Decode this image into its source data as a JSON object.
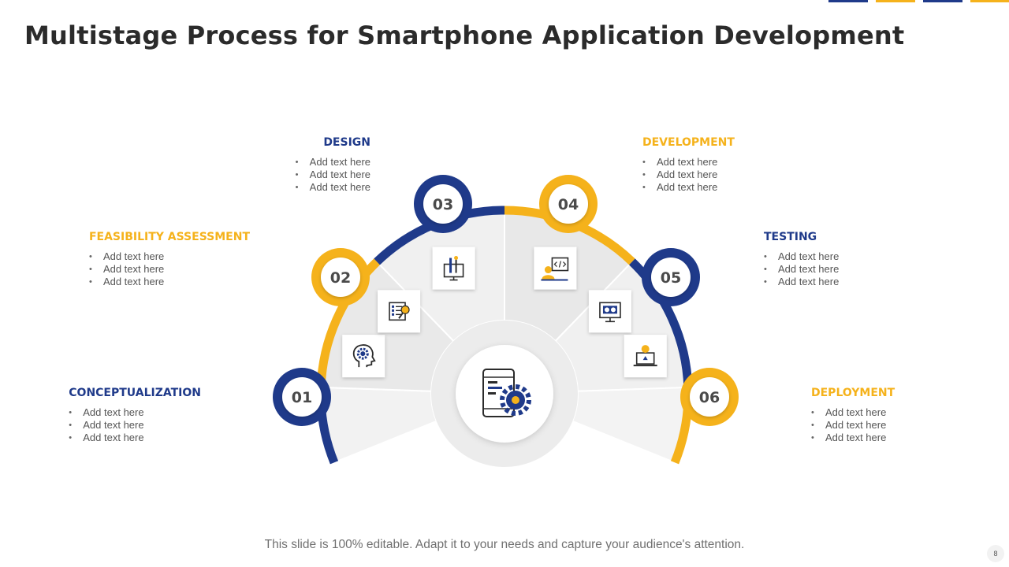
{
  "title": "Multistage Process for Smartphone Application Development",
  "colors": {
    "navy": "#1f3a8a",
    "gold": "#f5b21b",
    "text": "#555555",
    "title": "#2b2b2b"
  },
  "stages": [
    {
      "num": "01",
      "title": "CONCEPTUALIZATION",
      "color": "navy",
      "icon": "head-gear-icon",
      "items": [
        "Add text here",
        "Add text here",
        "Add text here"
      ]
    },
    {
      "num": "02",
      "title": "FEASIBILITY ASSESSMENT",
      "color": "gold",
      "icon": "checklist-icon",
      "items": [
        "Add text here",
        "Add text here",
        "Add text here"
      ]
    },
    {
      "num": "03",
      "title": "DESIGN",
      "color": "navy",
      "icon": "design-tools-icon",
      "items": [
        "Add text here",
        "Add text here",
        "Add text here"
      ]
    },
    {
      "num": "04",
      "title": "DEVELOPMENT",
      "color": "gold",
      "icon": "developer-icon",
      "items": [
        "Add text here",
        "Add text here",
        "Add text here"
      ]
    },
    {
      "num": "05",
      "title": "TESTING",
      "color": "navy",
      "icon": "testing-monitor-icon",
      "items": [
        "Add text here",
        "Add text here",
        "Add text here"
      ]
    },
    {
      "num": "06",
      "title": "DEPLOYMENT",
      "color": "gold",
      "icon": "laptop-deploy-icon",
      "items": [
        "Add text here",
        "Add text here",
        "Add text here"
      ]
    }
  ],
  "center_icon": "smartphone-gear-icon",
  "footer": "This slide is 100% editable. Adapt it to your needs and capture your audience's attention.",
  "page_number": "8"
}
